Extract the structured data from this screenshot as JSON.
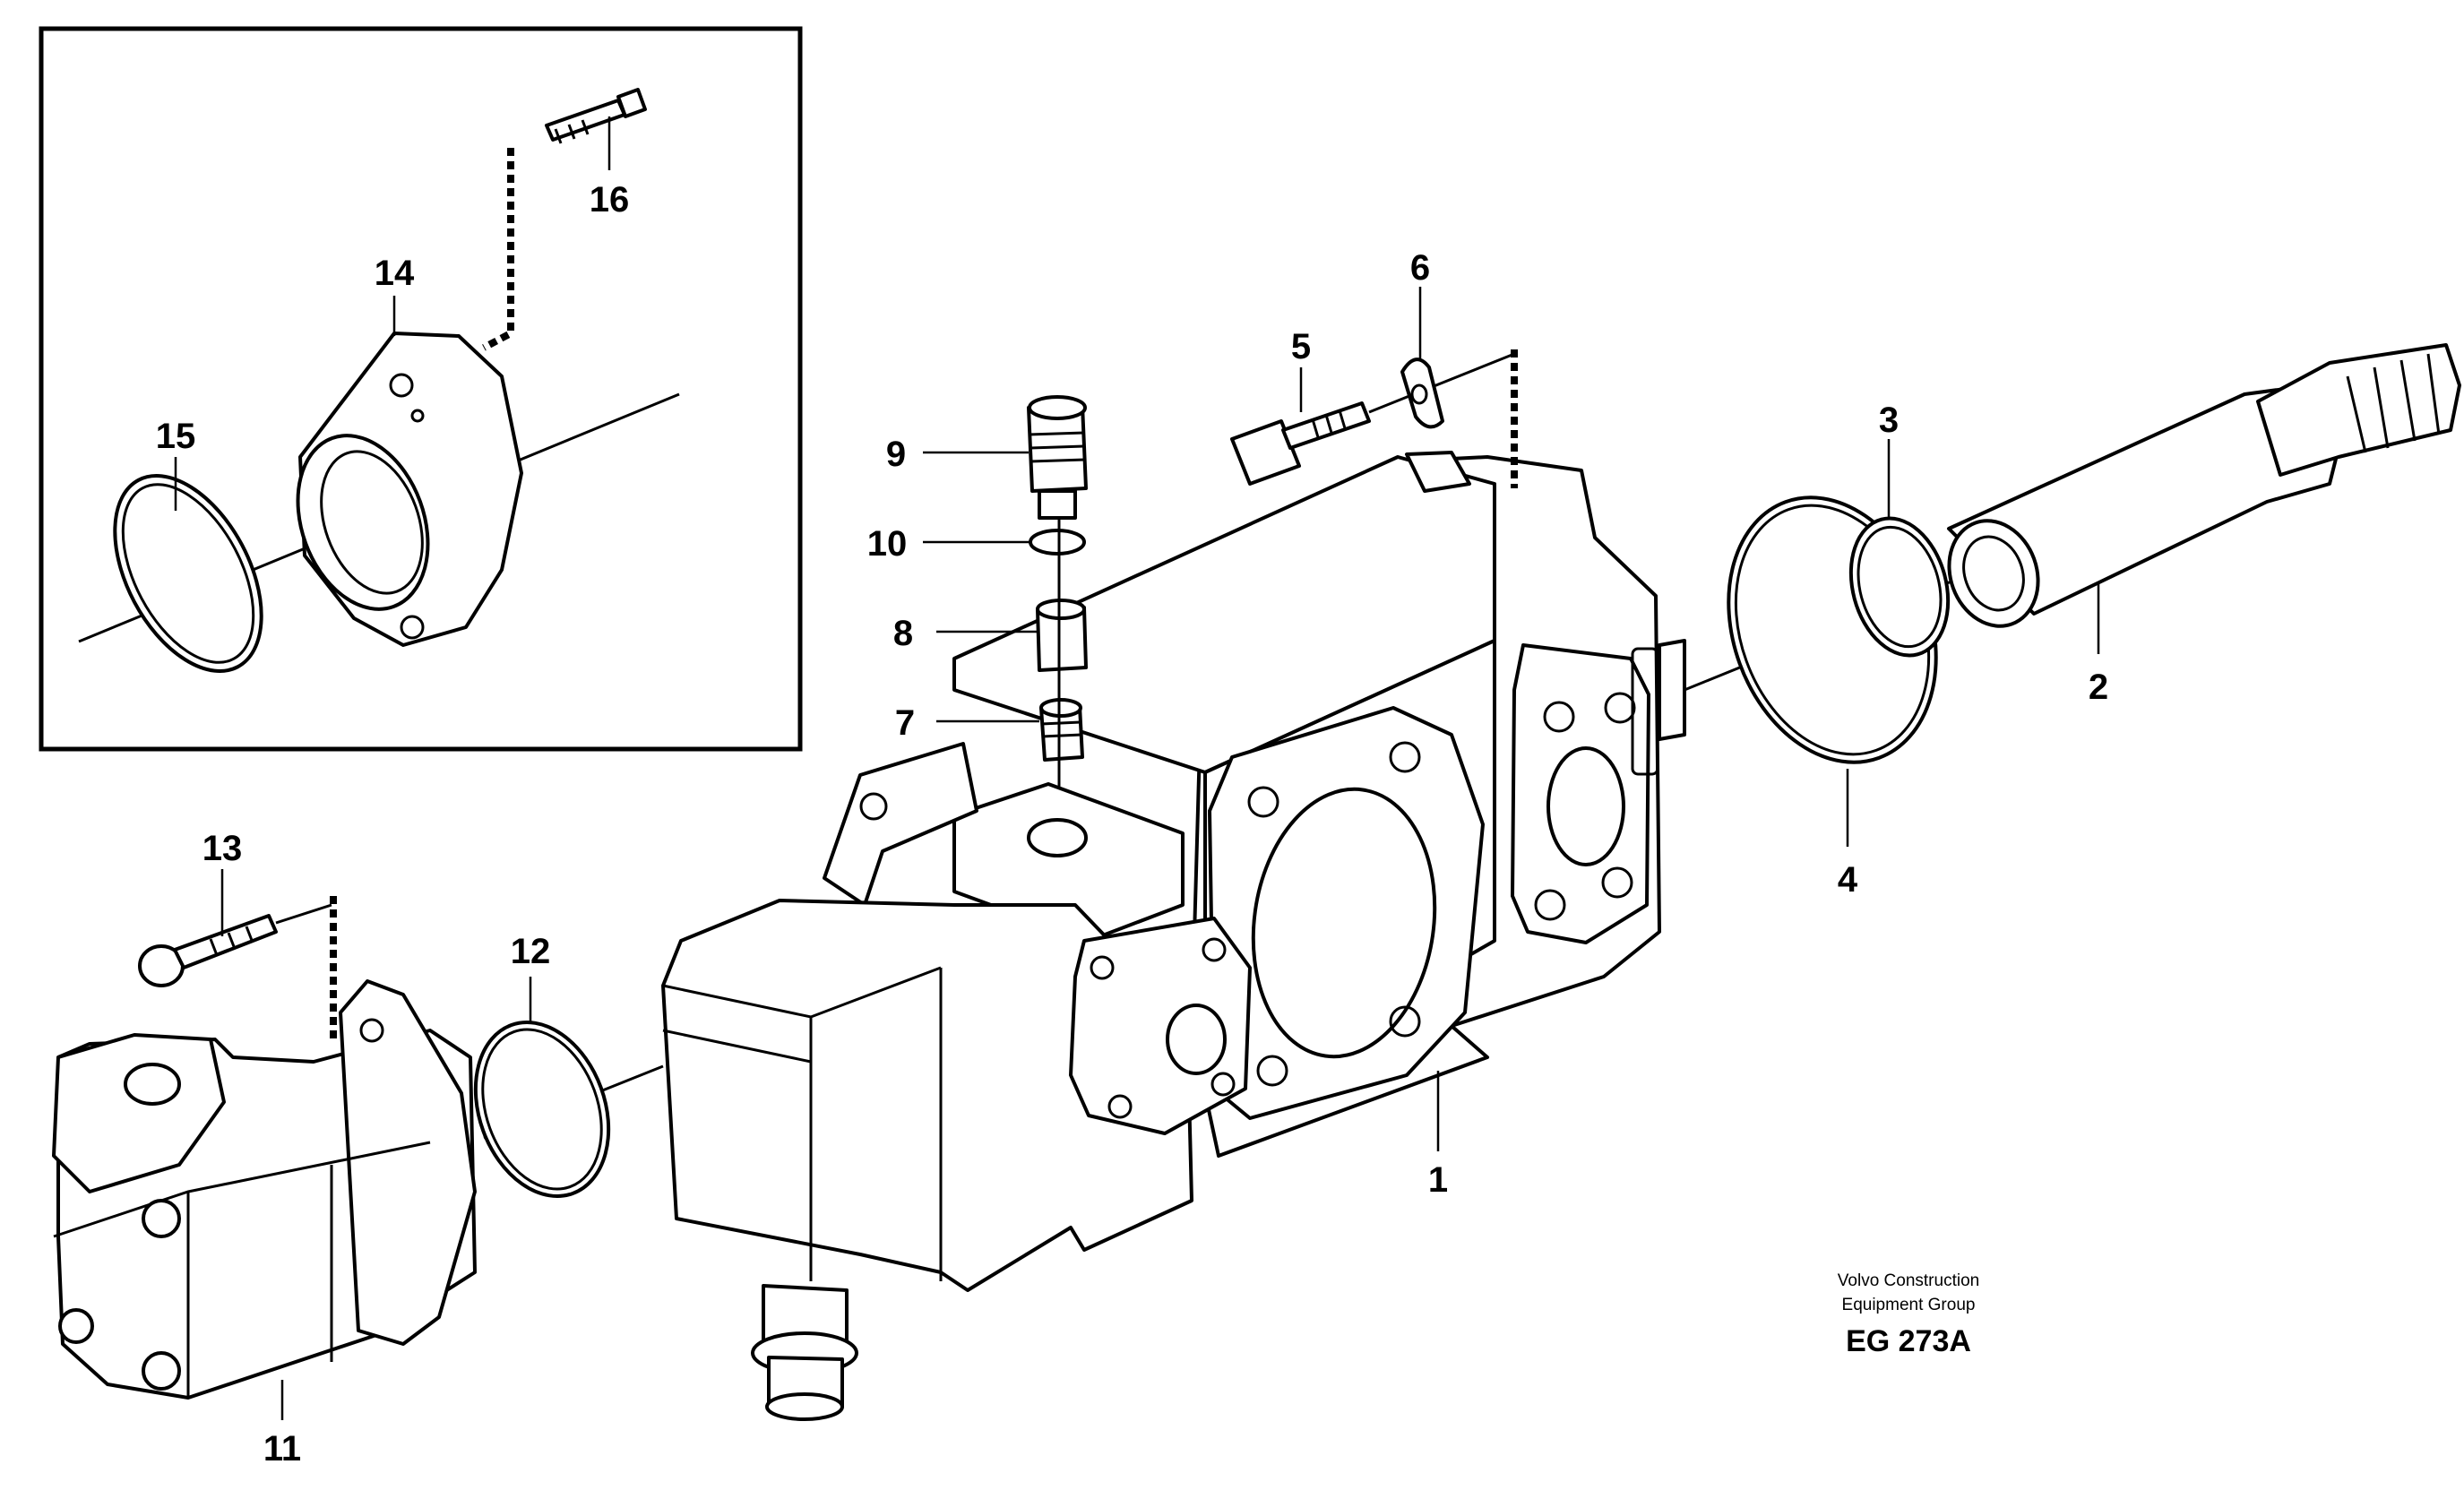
{
  "callouts": {
    "c1": "1",
    "c2": "2",
    "c3": "3",
    "c4": "4",
    "c5": "5",
    "c6": "6",
    "c7": "7",
    "c8": "8",
    "c9": "9",
    "c10": "10",
    "c11": "11",
    "c12": "12",
    "c13": "13",
    "c14": "14",
    "c15": "15",
    "c16": "16"
  },
  "credit": {
    "line1": "Volvo Construction",
    "line2": "Equipment Group",
    "code": "EG 273A"
  }
}
